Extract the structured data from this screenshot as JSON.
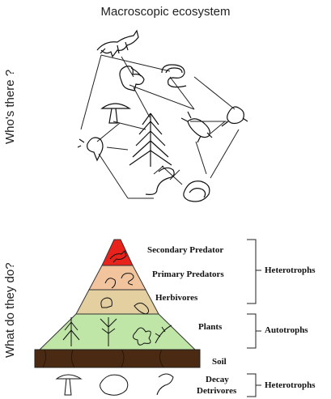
{
  "top_section": {
    "title": "Macroscopic ecosystem",
    "side_label": "Who's there ?"
  },
  "bottom_section": {
    "side_label": "What do they do?",
    "levels": {
      "secondary": "Secondary Predator",
      "primary": "Primary Predators",
      "herbivores": "Herbivores",
      "plants": "Plants",
      "soil": "Soil",
      "decay_line1": "Decay",
      "decay_line2": "Detrivores"
    },
    "groups": {
      "heterotrophs_upper": "Heterotrophs",
      "autotrophs": "Autotrophs",
      "heterotrophs_lower": "Heterotrophs"
    }
  },
  "colors": {
    "secondary": "#e8231c",
    "primary": "#f2c49e",
    "herbivores": "#e3cfa0",
    "plants": "#bfe6a6",
    "soil": "#4a2a12"
  }
}
